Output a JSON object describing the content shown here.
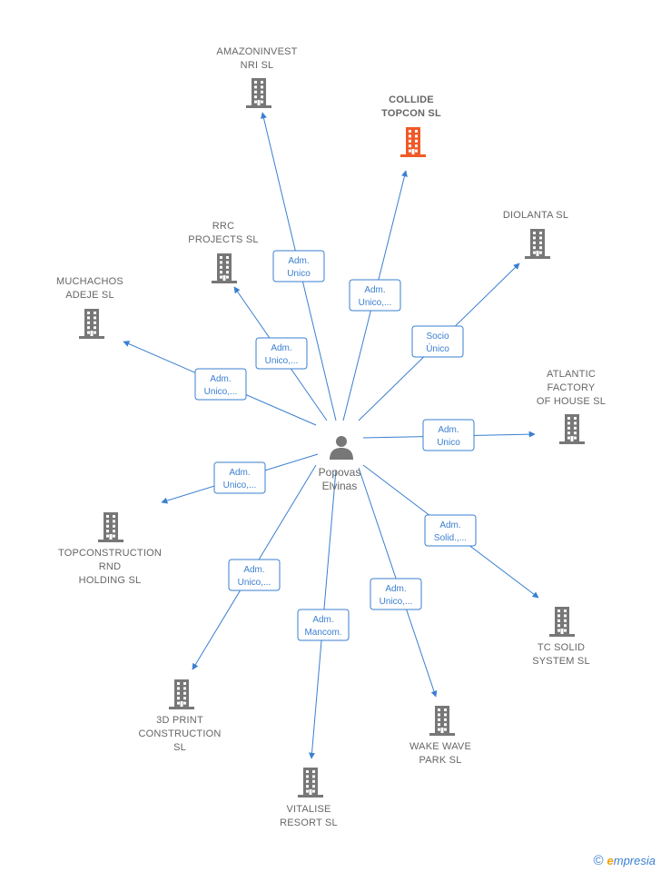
{
  "center": {
    "name_lines": [
      "Popovas",
      "Elvinas"
    ],
    "icon": "person-icon"
  },
  "colors": {
    "edge": "#3a7fd0",
    "building": "#777777",
    "highlight": "#f05a28"
  },
  "companies": [
    {
      "id": "amazoninvest",
      "lines": [
        "AMAZONINVEST",
        "NRI  SL"
      ],
      "highlight": false
    },
    {
      "id": "collide",
      "lines": [
        "COLLIDE",
        "TOPCON  SL"
      ],
      "highlight": true
    },
    {
      "id": "diolanta",
      "lines": [
        "DIOLANTA  SL"
      ],
      "highlight": false
    },
    {
      "id": "rrc",
      "lines": [
        "RRC",
        "PROJECTS  SL"
      ],
      "highlight": false
    },
    {
      "id": "muchachos",
      "lines": [
        "MUCHACHOS",
        "ADEJE  SL"
      ],
      "highlight": false
    },
    {
      "id": "atlantic",
      "lines": [
        "ATLANTIC",
        "FACTORY",
        "OF HOUSE  SL"
      ],
      "highlight": false
    },
    {
      "id": "topconstruction",
      "lines": [
        "TOPCONSTRUCTION",
        "RND",
        "HOLDING  SL"
      ],
      "highlight": false
    },
    {
      "id": "tcsolid",
      "lines": [
        "TC SOLID",
        "SYSTEM  SL"
      ],
      "highlight": false
    },
    {
      "id": "3dprint",
      "lines": [
        "3D PRINT",
        "CONSTRUCTION",
        "SL"
      ],
      "highlight": false
    },
    {
      "id": "wakewave",
      "lines": [
        "WAKE WAVE",
        "PARK  SL"
      ],
      "highlight": false
    },
    {
      "id": "vitalise",
      "lines": [
        "VITALISE",
        "RESORT  SL"
      ],
      "highlight": false
    }
  ],
  "edges": [
    {
      "to": "amazoninvest",
      "role_lines": [
        "Adm.",
        "Unico"
      ]
    },
    {
      "to": "collide",
      "role_lines": [
        "Adm.",
        "Unico,..."
      ]
    },
    {
      "to": "diolanta",
      "role_lines": [
        "Socio",
        "Único"
      ]
    },
    {
      "to": "rrc",
      "role_lines": [
        "Adm.",
        "Unico,..."
      ]
    },
    {
      "to": "muchachos",
      "role_lines": [
        "Adm.",
        "Unico,..."
      ]
    },
    {
      "to": "atlantic",
      "role_lines": [
        "Adm.",
        "Unico"
      ]
    },
    {
      "to": "topconstruction",
      "role_lines": [
        "Adm.",
        "Unico,..."
      ]
    },
    {
      "to": "tcsolid",
      "role_lines": [
        "Adm.",
        "Solid.,..."
      ]
    },
    {
      "to": "3dprint",
      "role_lines": [
        "Adm.",
        "Unico,..."
      ]
    },
    {
      "to": "wakewave",
      "role_lines": [
        "Adm.",
        "Unico,..."
      ]
    },
    {
      "to": "vitalise",
      "role_lines": [
        "Adm.",
        "Mancom."
      ]
    }
  ],
  "footer": {
    "copyright": "©",
    "brand_initial": "e",
    "brand_rest": "mpresia"
  }
}
